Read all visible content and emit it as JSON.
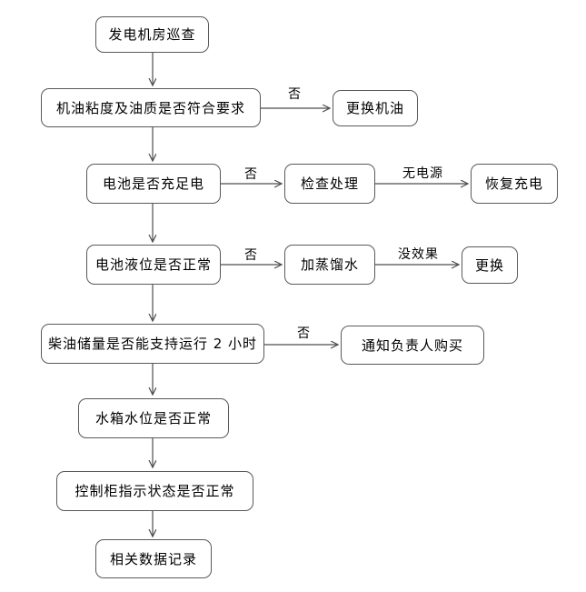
{
  "diagram": {
    "type": "flowchart",
    "colors": {
      "background": "#ffffff",
      "node_border": "#595959",
      "line": "#4d4d4d",
      "text": "#000000"
    },
    "nodes": [
      {
        "id": "start",
        "label": "发电机房巡查"
      },
      {
        "id": "oil-check",
        "label": "机油粘度及油质是否符合要求"
      },
      {
        "id": "replace-oil",
        "label": "更换机油"
      },
      {
        "id": "battery-charge",
        "label": "电池是否充足电"
      },
      {
        "id": "inspect-handle",
        "label": "检查处理"
      },
      {
        "id": "restore-charge",
        "label": "恢复充电"
      },
      {
        "id": "battery-level",
        "label": "电池液位是否正常"
      },
      {
        "id": "add-water",
        "label": "加蒸馏水"
      },
      {
        "id": "replace",
        "label": "更换"
      },
      {
        "id": "diesel-check",
        "label": "柴油储量是否能支持运行 2 小时"
      },
      {
        "id": "notify-buy",
        "label": "通知负责人购买"
      },
      {
        "id": "tank-level",
        "label": "水箱水位是否正常"
      },
      {
        "id": "cabinet-status",
        "label": "控制柜指示状态是否正常"
      },
      {
        "id": "data-record",
        "label": "相关数据记录"
      }
    ],
    "edges": [
      {
        "from": "start",
        "to": "oil-check",
        "label": ""
      },
      {
        "from": "oil-check",
        "to": "replace-oil",
        "label": "否"
      },
      {
        "from": "oil-check",
        "to": "battery-charge",
        "label": ""
      },
      {
        "from": "battery-charge",
        "to": "inspect-handle",
        "label": "否"
      },
      {
        "from": "inspect-handle",
        "to": "restore-charge",
        "label": "无电源"
      },
      {
        "from": "battery-charge",
        "to": "battery-level",
        "label": ""
      },
      {
        "from": "battery-level",
        "to": "add-water",
        "label": "否"
      },
      {
        "from": "add-water",
        "to": "replace",
        "label": "没效果"
      },
      {
        "from": "battery-level",
        "to": "diesel-check",
        "label": ""
      },
      {
        "from": "diesel-check",
        "to": "notify-buy",
        "label": "否"
      },
      {
        "from": "diesel-check",
        "to": "tank-level",
        "label": ""
      },
      {
        "from": "tank-level",
        "to": "cabinet-status",
        "label": ""
      },
      {
        "from": "cabinet-status",
        "to": "data-record",
        "label": ""
      }
    ]
  }
}
